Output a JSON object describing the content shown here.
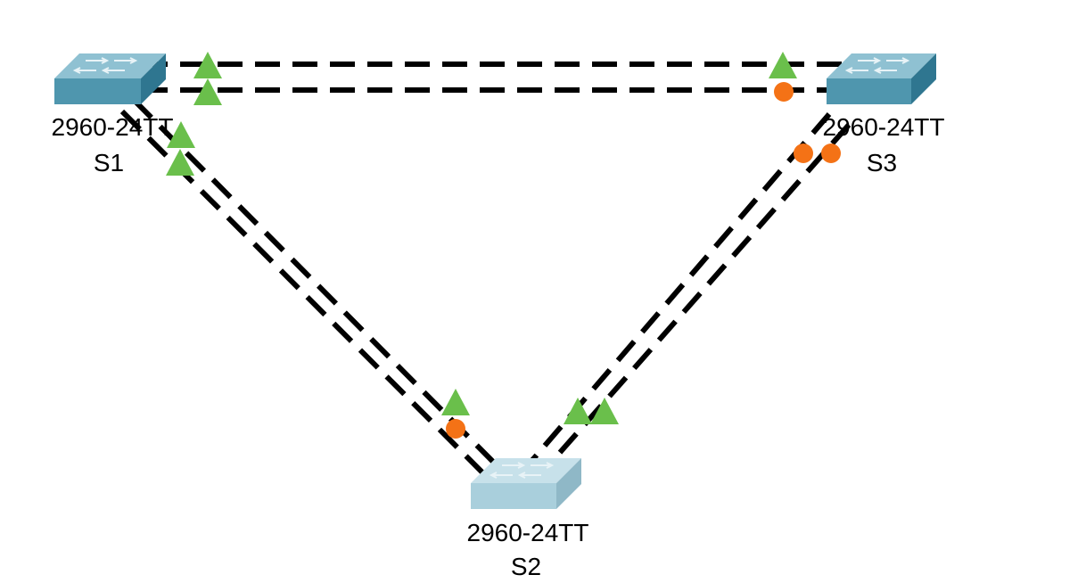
{
  "topology": {
    "devices": {
      "s1": {
        "model": "2960-24TT",
        "name": "S1"
      },
      "s2": {
        "model": "2960-24TT",
        "name": "S2"
      },
      "s3": {
        "model": "2960-24TT",
        "name": "S3"
      }
    },
    "link_style": "dashed",
    "port_states": {
      "forwarding": {
        "shape": "triangle",
        "color": "#6abf4b"
      },
      "blocking": {
        "shape": "circle",
        "color": "#f47216"
      }
    },
    "links": [
      {
        "from": "S1",
        "to": "S3",
        "from_port_state": "forwarding",
        "to_port_state": "forwarding"
      },
      {
        "from": "S1",
        "to": "S3",
        "from_port_state": "forwarding",
        "to_port_state": "blocking"
      },
      {
        "from": "S1",
        "to": "S2",
        "from_port_state": "forwarding",
        "to_port_state": "forwarding"
      },
      {
        "from": "S1",
        "to": "S2",
        "from_port_state": "forwarding",
        "to_port_state": "blocking"
      },
      {
        "from": "S3",
        "to": "S2",
        "from_port_state": "blocking",
        "to_port_state": "forwarding"
      },
      {
        "from": "S3",
        "to": "S2",
        "from_port_state": "blocking",
        "to_port_state": "forwarding"
      }
    ],
    "switch_colors": {
      "top": "#8fc1d2",
      "front": "#4f96ae",
      "side": "#2f7690",
      "top_light": "#c7e1ea",
      "front_light": "#a9cfdc",
      "side_light": "#8fb8c7",
      "arrow": "#e8f3f7"
    }
  }
}
